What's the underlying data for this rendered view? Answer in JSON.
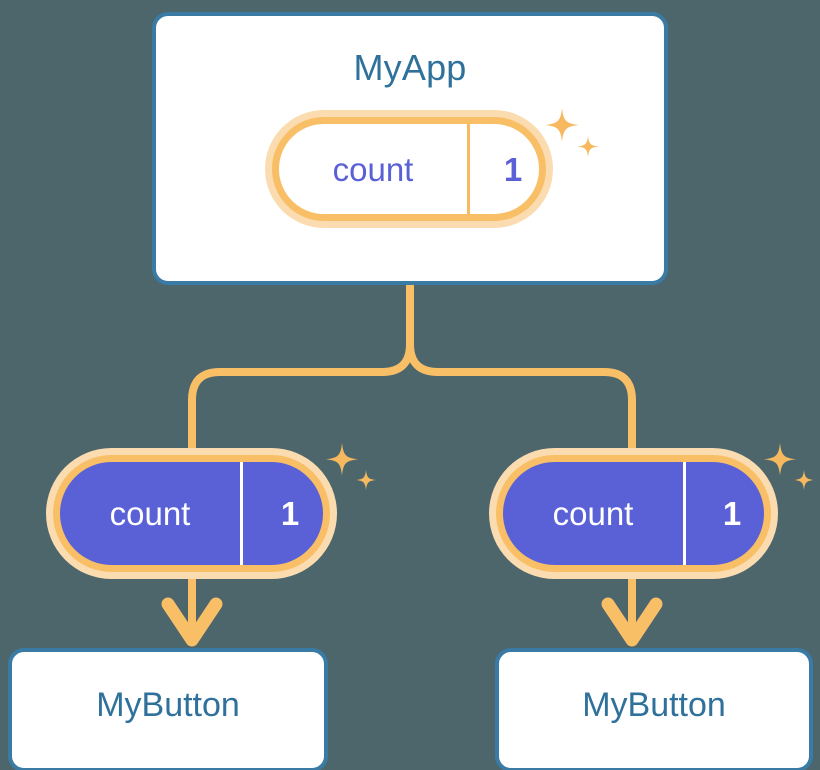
{
  "theme": {
    "background": "#4c666c",
    "card_border": "#3a7ba5",
    "card_fill": "#ffffff",
    "title_text": "#2f719b",
    "pill_border": "#f9bf67",
    "pill_glow": "#fbdcb0",
    "pill_solid_fill": "#5a61d6",
    "pill_light_fill": "#ffffff",
    "accent_purple": "#5a61d6",
    "connector": "#f9bf67"
  },
  "diagram": {
    "type": "component-state-tree",
    "root": {
      "name": "root-component",
      "title": "MyApp",
      "state": {
        "key": "count",
        "value": "1",
        "style": "light"
      },
      "sparkle": "sparkle-icon"
    },
    "children": [
      {
        "name": "left-branch",
        "state": {
          "key": "count",
          "value": "1",
          "style": "solid"
        },
        "sparkle": "sparkle-icon",
        "arrow": "down-arrow-icon",
        "leaf": {
          "name": "left-leaf-component",
          "title": "MyButton"
        }
      },
      {
        "name": "right-branch",
        "state": {
          "key": "count",
          "value": "1",
          "style": "solid"
        },
        "sparkle": "sparkle-icon",
        "arrow": "down-arrow-icon",
        "leaf": {
          "name": "right-leaf-component",
          "title": "MyButton"
        }
      }
    ]
  }
}
